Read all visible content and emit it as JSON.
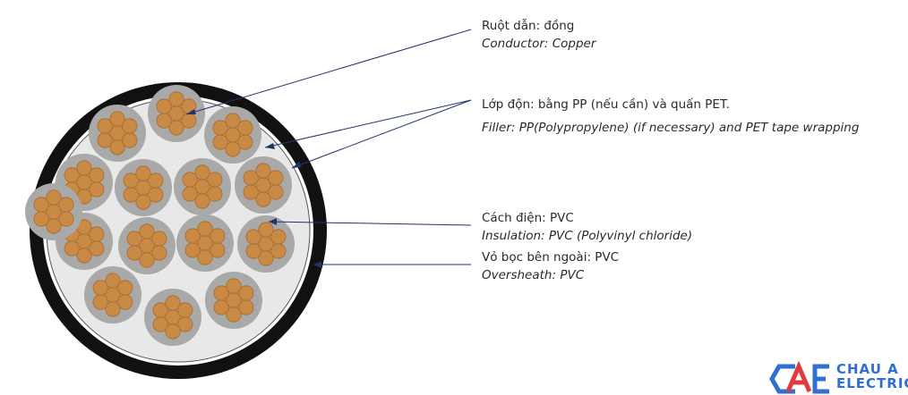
{
  "labels": {
    "conductor": {
      "vi": "Ruột dẫn: đồng",
      "en": "Conductor: Copper"
    },
    "filler": {
      "vi": "Lớp độn: bằng PP (nếu cần) và quấn PET.",
      "en": "Filler: PP(Polypropylene) (if necessary) and PET tape wrapping"
    },
    "insulation": {
      "vi": "Cách điện: PVC",
      "en": "Insulation: PVC (Polyvinyl chloride)"
    },
    "oversheath": {
      "vi": "Vỏ bọc bên ngoài: PVC",
      "en": "Oversheath: PVC"
    }
  },
  "logo": {
    "line1": "CHAU A",
    "line2": "ELECTRIC"
  },
  "colors": {
    "sheath": "#111111",
    "filler": "#e8e8e8",
    "insulation": "#a9a9a9",
    "copper": "#c98a45",
    "copper_edge": "#a86a2a",
    "leader": "#22336b",
    "logo_blue": "#2f6fd1",
    "logo_red": "#e03a3a"
  },
  "cores": {
    "count": 16,
    "strands_per_core": 7
  }
}
